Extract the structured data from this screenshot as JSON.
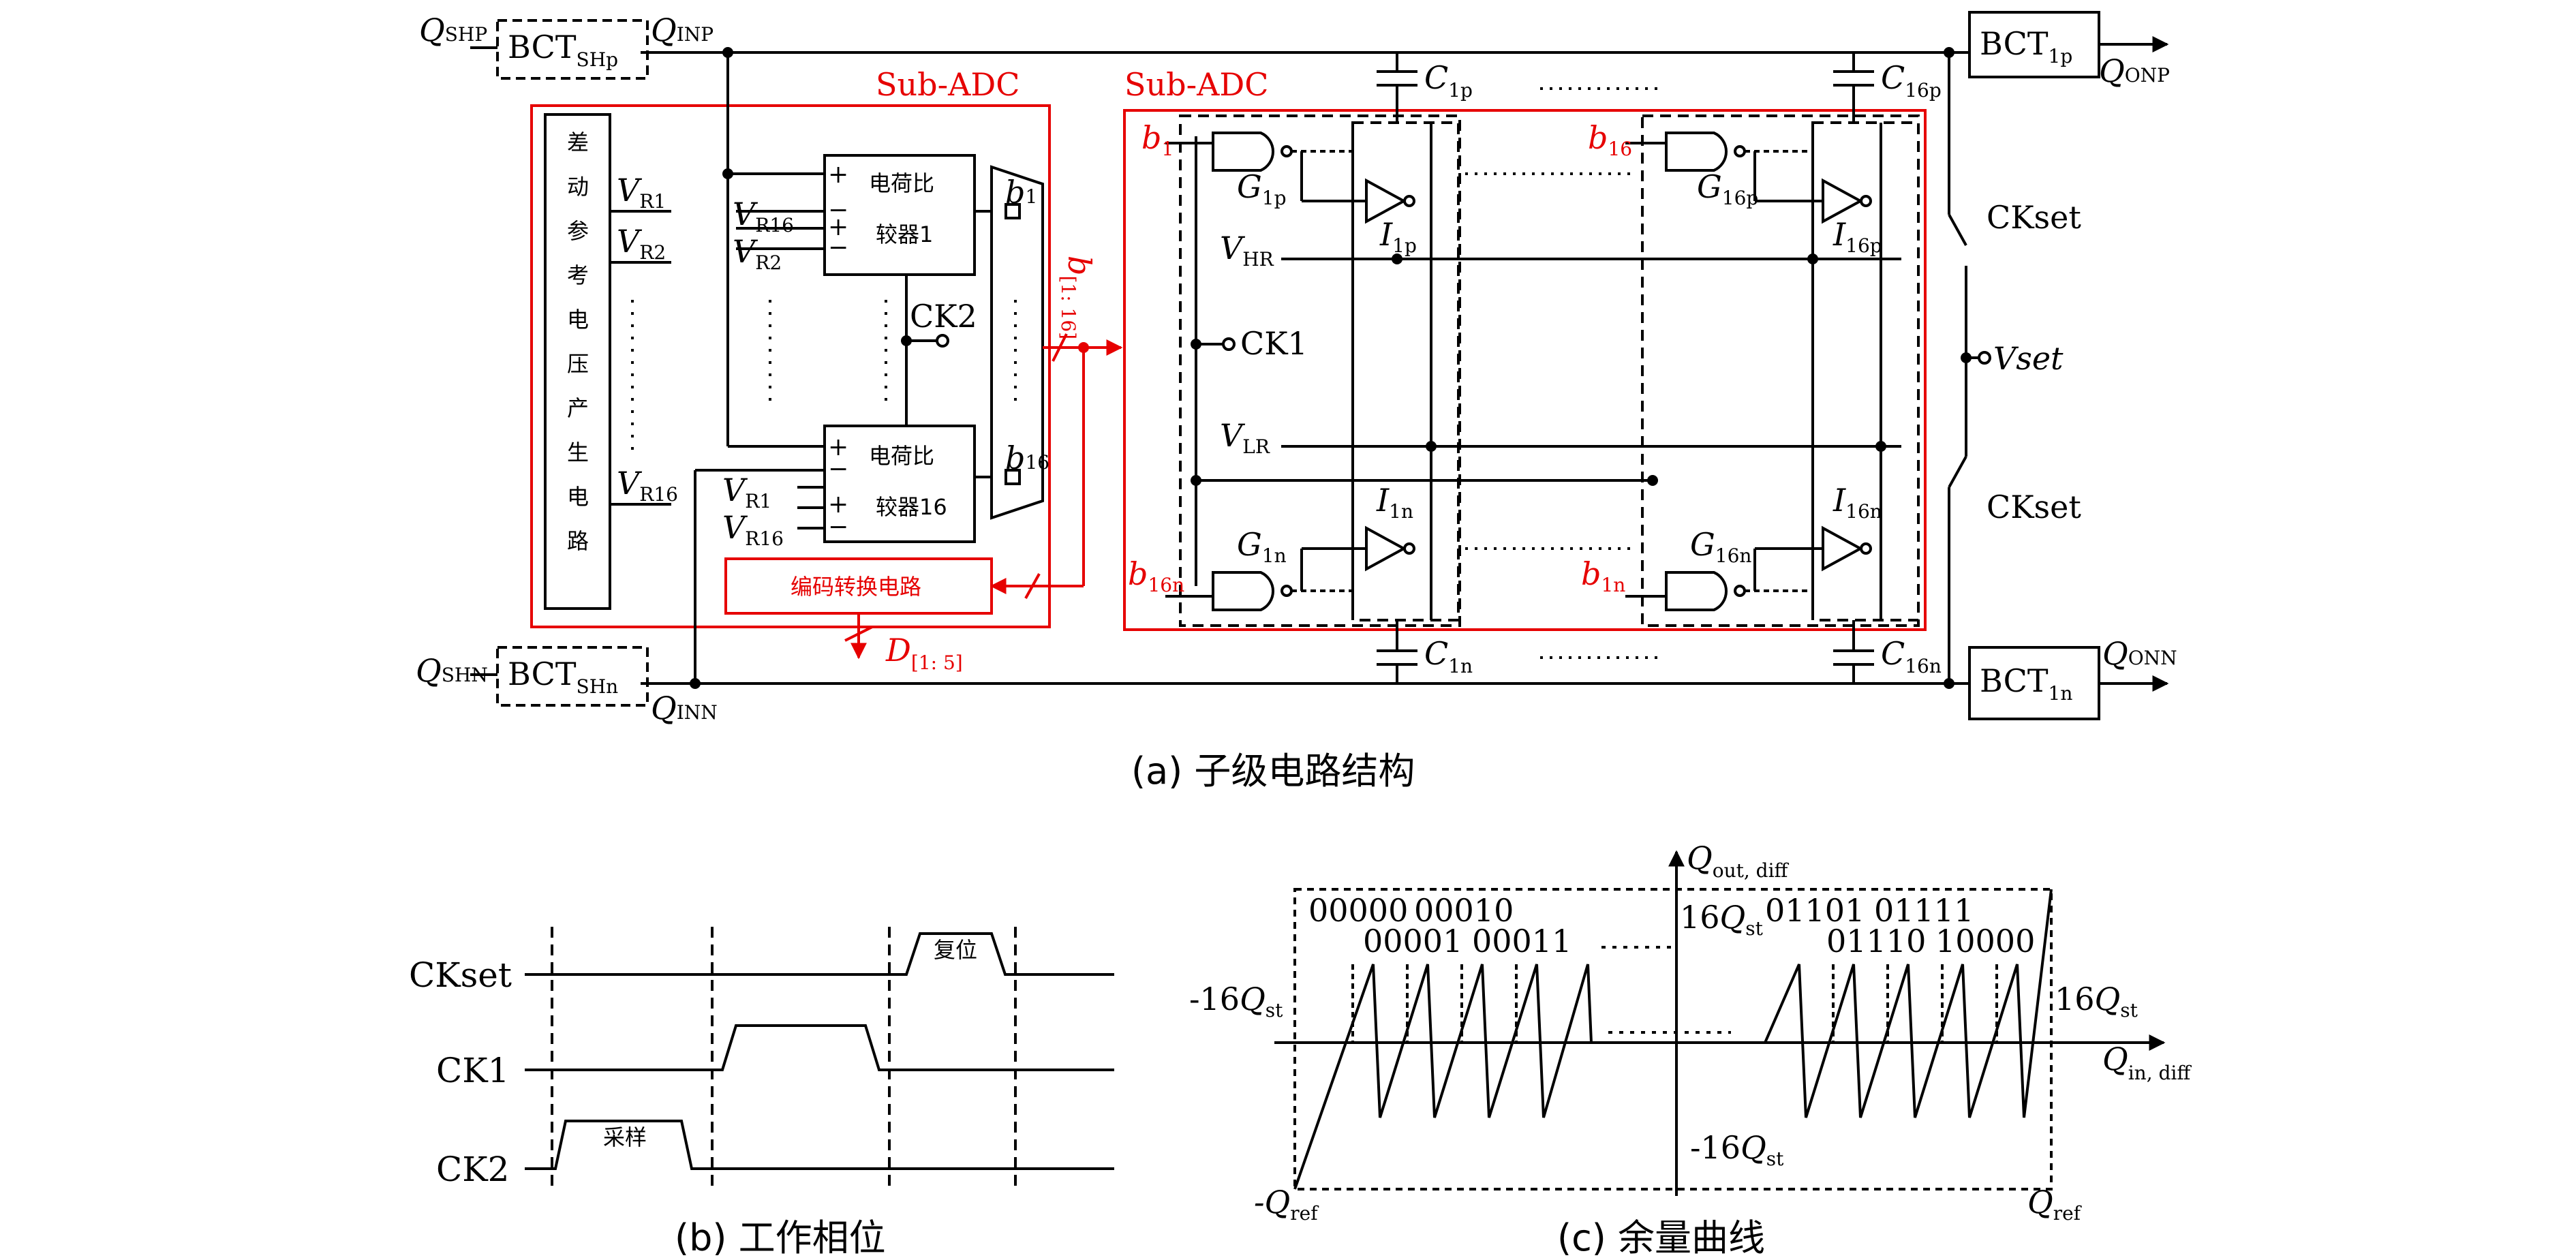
{
  "colors": {
    "ink": "#000000",
    "accent": "#e60000",
    "background": "#ffffff"
  },
  "panel_a": {
    "caption": "(a) 子级电路结构",
    "sub_adc_label": "Sub-ADC",
    "q_shp": "Q",
    "q_shp_sub": "SHP",
    "bct_shp": "BCT",
    "bct_shp_sub": "SHp",
    "q_inp": "Q",
    "q_inp_sub": "INP",
    "q_shn": "Q",
    "q_shn_sub": "SHN",
    "bct_shn": "BCT",
    "bct_shn_sub": "SHn",
    "q_inn": "Q",
    "q_inn_sub": "INN",
    "ref_gen_chars": [
      "差",
      "动",
      "参",
      "考",
      "电",
      "压",
      "产",
      "生",
      "电",
      "路"
    ],
    "v_r1": "V",
    "v_r1_sub": "R1",
    "v_r2": "V",
    "v_r2_sub": "R2",
    "v_r16": "V",
    "v_r16_sub": "R16",
    "comp1_line1": "电荷比",
    "comp1_line2": "较器1",
    "comp16_line1": "电荷比",
    "comp16_line2": "较器16",
    "plus": "+",
    "minus": "−",
    "b1": "b",
    "b1_sub": "1",
    "b16": "b",
    "b16_sub": "16",
    "ck2": "CK2",
    "bus": "b",
    "bus_sub": "[1: 16]",
    "encoder": "编码转换电路",
    "d_out": "D",
    "d_out_sub": "[1: 5]",
    "c1p": "C",
    "c1p_sub": "1p",
    "c16p": "C",
    "c16p_sub": "16p",
    "c1n": "C",
    "c1n_sub": "1n",
    "c16n": "C",
    "c16n_sub": "16n",
    "g1p": "G",
    "g1p_sub": "1p",
    "g16p": "G",
    "g16p_sub": "16p",
    "g1n": "G",
    "g1n_sub": "1n",
    "g16n": "G",
    "g16n_sub": "16n",
    "i1p": "I",
    "i1p_sub": "1p",
    "i16p": "I",
    "i16p_sub": "16p",
    "i1n": "I",
    "i1n_sub": "1n",
    "i16n": "I",
    "i16n_sub": "16n",
    "in_b1": "b",
    "in_b1_sub": "1",
    "in_b16": "b",
    "in_b16_sub": "16",
    "in_b16n": "b",
    "in_b16n_sub": "16n",
    "in_b1n": "b",
    "in_b1n_sub": "1n",
    "vhr": "V",
    "vhr_sub": "HR",
    "vlr": "V",
    "vlr_sub": "LR",
    "ck1": "CK1",
    "ckset": "CKset",
    "vset": "Vset",
    "bct1p": "BCT",
    "bct1p_sub": "1p",
    "bct1n": "BCT",
    "bct1n_sub": "1n",
    "q_onp": "Q",
    "q_onp_sub": "ONP",
    "q_onn": "Q",
    "q_onn_sub": "ONN"
  },
  "panel_b": {
    "caption": "(b) 工作相位",
    "signals": [
      "CKset",
      "CK1",
      "CK2"
    ],
    "ckset_pulse": "复位",
    "ck2_pulse": "采样"
  },
  "panel_c": {
    "caption": "(c) 余量曲线",
    "y_axis": "Q",
    "y_axis_sub": "out, diff",
    "x_axis": "Q",
    "x_axis_sub": "in, diff",
    "pos16": "16",
    "qst": "Q",
    "qst_sub": "st",
    "neg16": "-16",
    "neg_ref": "-Q",
    "pos_ref": "Q",
    "ref_sub": "ref",
    "codes": [
      "00000",
      "00010",
      "00001",
      "00011",
      "01101",
      "01111",
      "01110",
      "10000"
    ]
  }
}
